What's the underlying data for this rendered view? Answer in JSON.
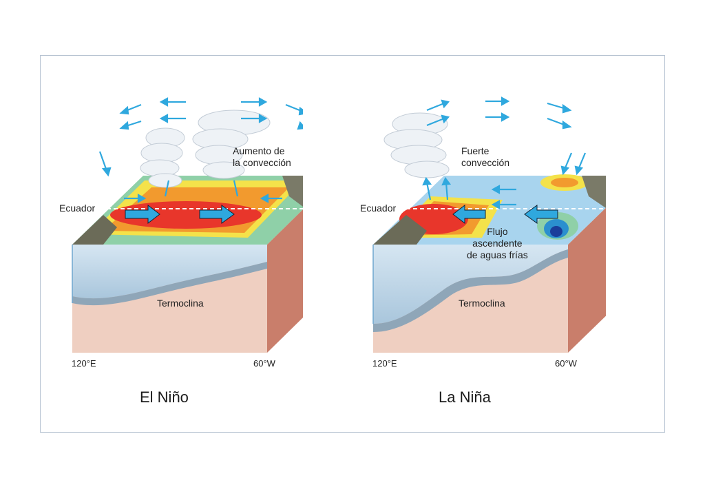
{
  "panels": [
    {
      "id": "el-nino",
      "title": "El Niño",
      "equator_label": "Ecuador",
      "convection_label": "Aumento de\nla convección",
      "thermocline_label": "Termoclina",
      "lon_west": "120°E",
      "lon_east": "60°W"
    },
    {
      "id": "la-nina",
      "title": "La Niña",
      "equator_label": "Ecuador",
      "convection_label": "Fuerte\nconvección",
      "upwelling_label": "Flujo\nascendente\nde aguas frías",
      "thermocline_label": "Termoclina",
      "lon_west": "120°E",
      "lon_east": "60°W"
    }
  ],
  "colors": {
    "arrow": "#2fa8de",
    "warm": "#e8362b",
    "ocean_top": "#a8d4ee",
    "side_front": "#efcfc1",
    "side_right": "#c97e6b",
    "thermocline": "#8fa6b8",
    "frame": "#b7c3d2"
  }
}
